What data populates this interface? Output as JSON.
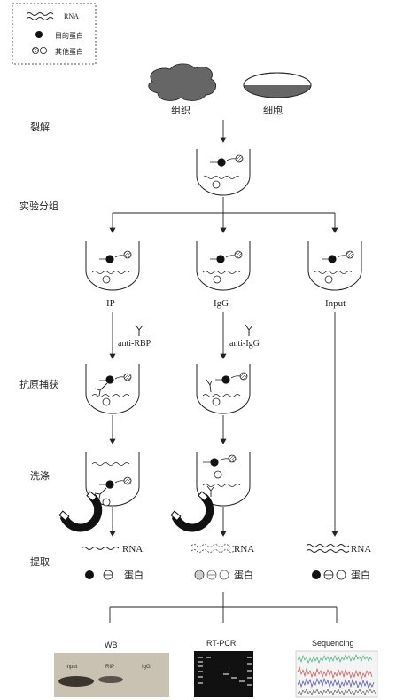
{
  "legend": {
    "rna": "RNA",
    "target_protein": "目的蛋白",
    "other_protein": "其他蛋白"
  },
  "sources": {
    "tissue": "组织",
    "cell": "细胞"
  },
  "steps": {
    "lysis": "裂解",
    "grouping": "实验分组",
    "capture": "抗原捕获",
    "wash": "洗涤",
    "extract": "提取"
  },
  "groups": {
    "ip": "IP",
    "igg": "IgG",
    "input": "Input"
  },
  "antibodies": {
    "anti_rbp": "anti-RBP",
    "anti_igg": "anti-IgG"
  },
  "extraction": {
    "rna": "RNA",
    "protein": "蛋白"
  },
  "methods": {
    "wb": "WB",
    "rtpcr": "RT-PCR",
    "seq": "Sequencing"
  },
  "wb_lanes": {
    "input": "Input",
    "rip": "RIP",
    "igg": "IgG"
  },
  "colors": {
    "line": "#222222",
    "gray": "#666666",
    "magnet_red": "#111111"
  }
}
